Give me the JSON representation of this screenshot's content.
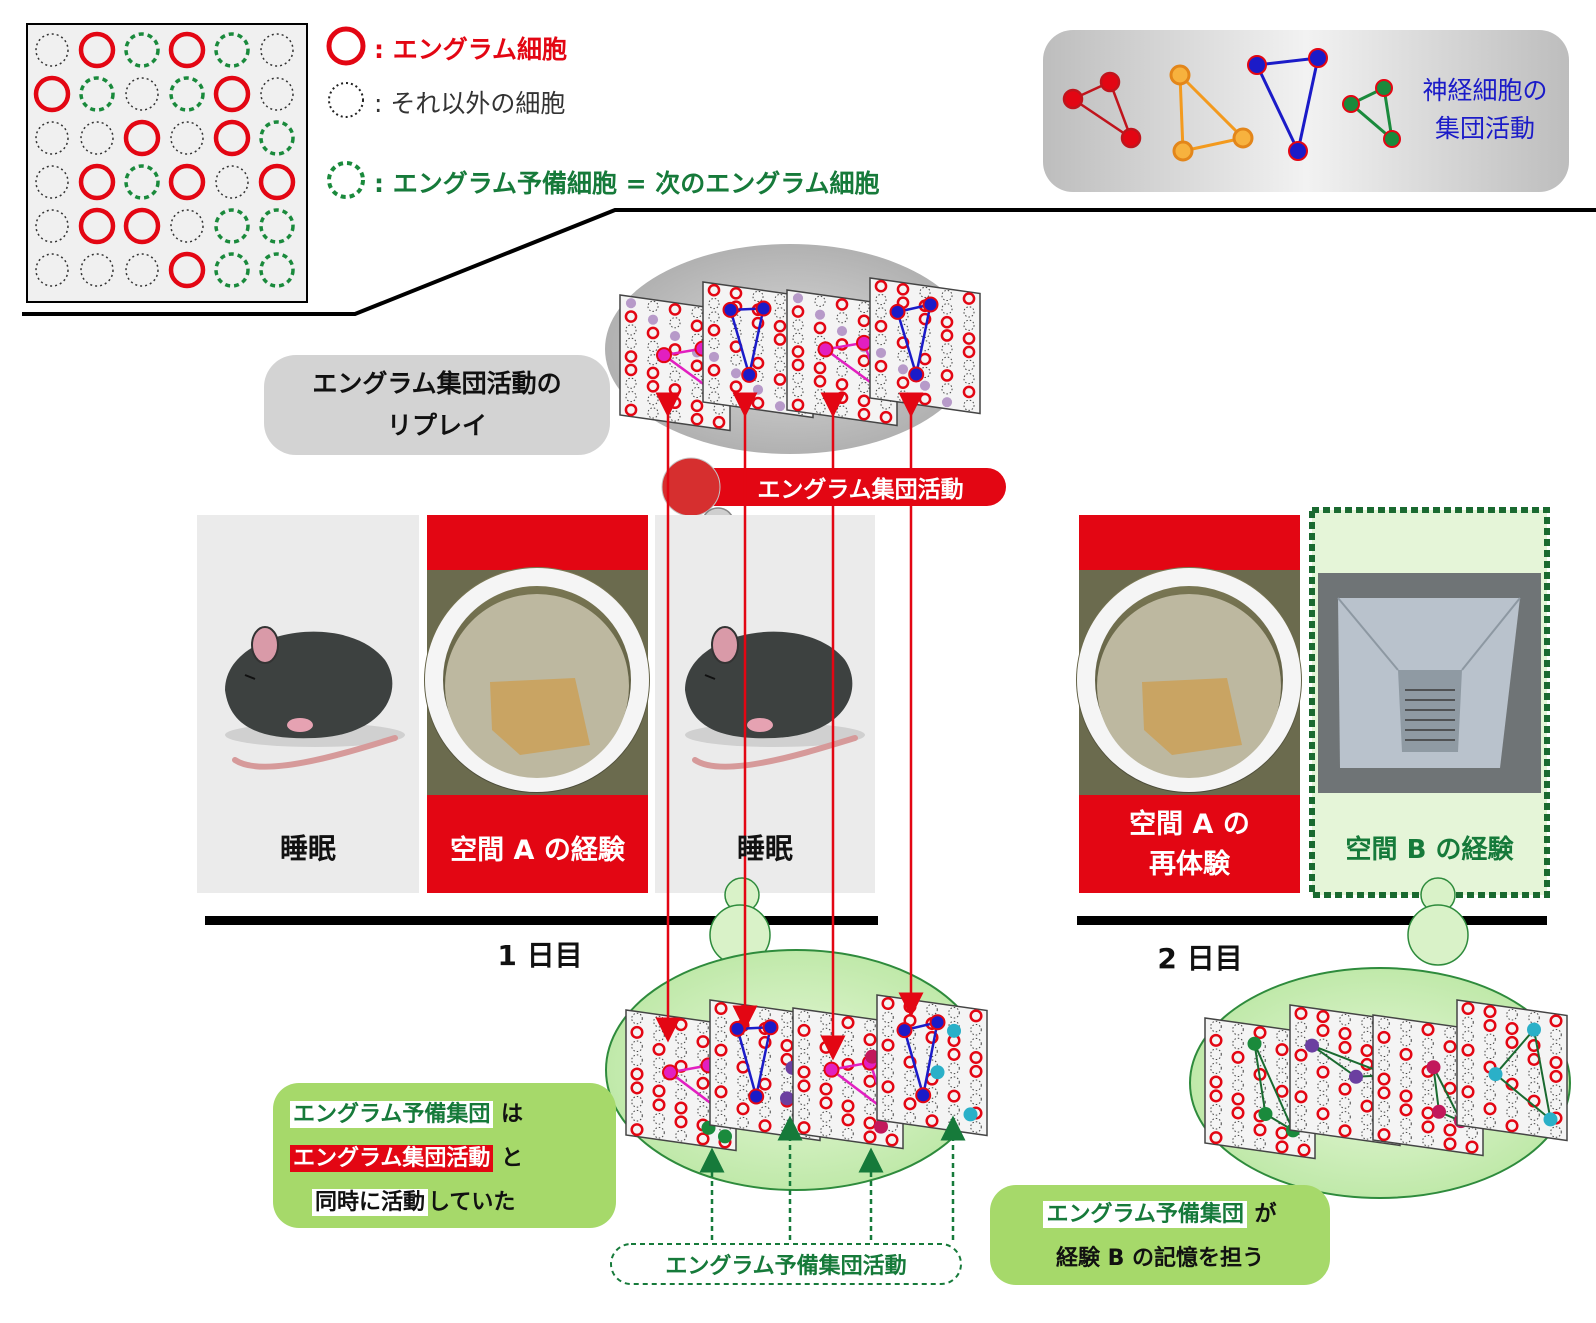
{
  "legend": {
    "engram": ": エングラム細胞",
    "other": ": それ以外の細胞",
    "preengram": ": エングラム予備細胞 = 次のエングラム細胞",
    "assembly": "神経細胞の\n集団活動"
  },
  "replay": {
    "bubble": "エングラム集団活動の\nリプレイ",
    "tag": "エングラム集団活動"
  },
  "day1": {
    "sleep1": "睡眠",
    "spaceA": "空間 A の経験",
    "sleep2": "睡眠",
    "label": "1 日目"
  },
  "day2": {
    "reexp": "空間 A の\n再体験",
    "spaceB": "空間 B の経験",
    "label": "2 日目"
  },
  "notes": {
    "left_l1_hl": "エングラム予備集団",
    "left_l1_rest": " は",
    "left_l2_hl": "エングラム集団活動",
    "left_l2_rest": " と",
    "left_l3_hl": "同時に活動",
    "left_l3_rest": "していた",
    "bottom": "エングラム予備集団活動",
    "right_l1_hl": "エングラム予備集団",
    "right_l1_rest": " が",
    "right_l2": "経験 B の記憶を担う"
  },
  "colors": {
    "engram": "#e30613",
    "preengram": "#1a8a3c",
    "assembly_blue": "#1b1bc8",
    "assembly_pink": "#e21fc0",
    "assembly_orange": "#f39a1e",
    "assembly_teal": "#2ab0c8",
    "label_green": "#167a3a"
  }
}
